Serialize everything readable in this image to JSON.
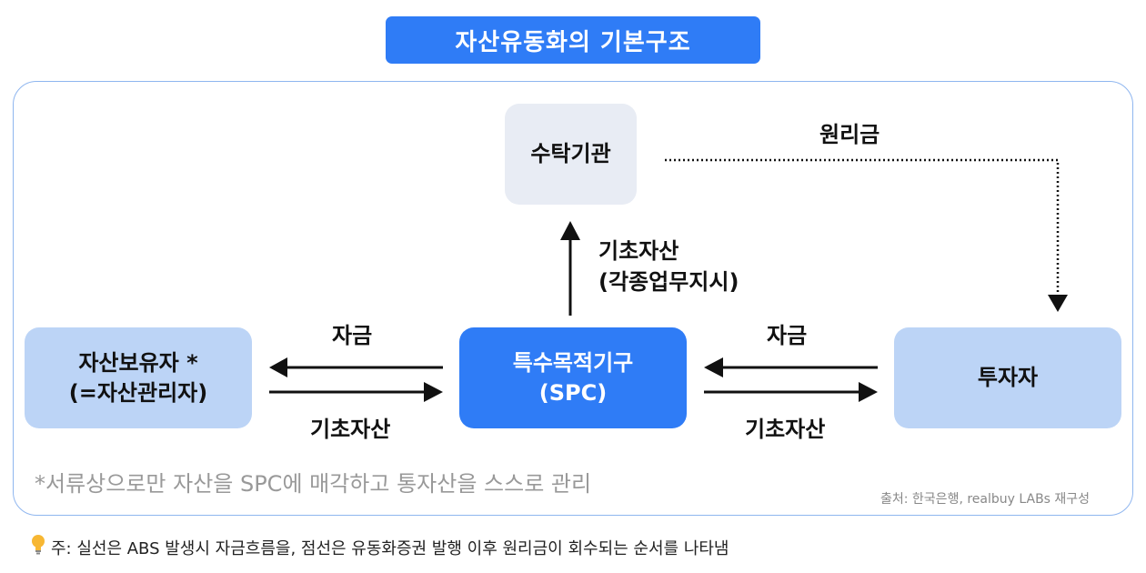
{
  "title": "자산유동화의 기본구조",
  "nodes": {
    "trust": "수탁기관",
    "holder_line1": "자산보유자 *",
    "holder_line2": "(=자산관리자)",
    "spc_line1": "특수목적기구",
    "spc_line2": "(SPC)",
    "investor": "투자자"
  },
  "edge_labels": {
    "principal_interest": "원리금",
    "underlying_line1": "기초자산",
    "underlying_line2": "(각종업무지시)",
    "fund_left": "자금",
    "asset_left": "기초자산",
    "fund_right": "자금",
    "asset_right": "기초자산"
  },
  "note": "*서류상으로만 자산을 SPC에 매각하고 통자산을 스스로 관리",
  "source": "출처: 한국은행, realbuy LABs 재구성",
  "footnote": {
    "icon": "lightbulb-icon",
    "text": "주: 실선은 ABS 발생시 자금흐름을, 점선은 유동화증권 발행 이후 원리금이 회수되는 순서를  나타냄"
  },
  "colors": {
    "accent": "#2f7cf6",
    "light_box": "#bcd4f6",
    "grey_box": "#e8ecf4",
    "frame": "#8fb6ef"
  }
}
